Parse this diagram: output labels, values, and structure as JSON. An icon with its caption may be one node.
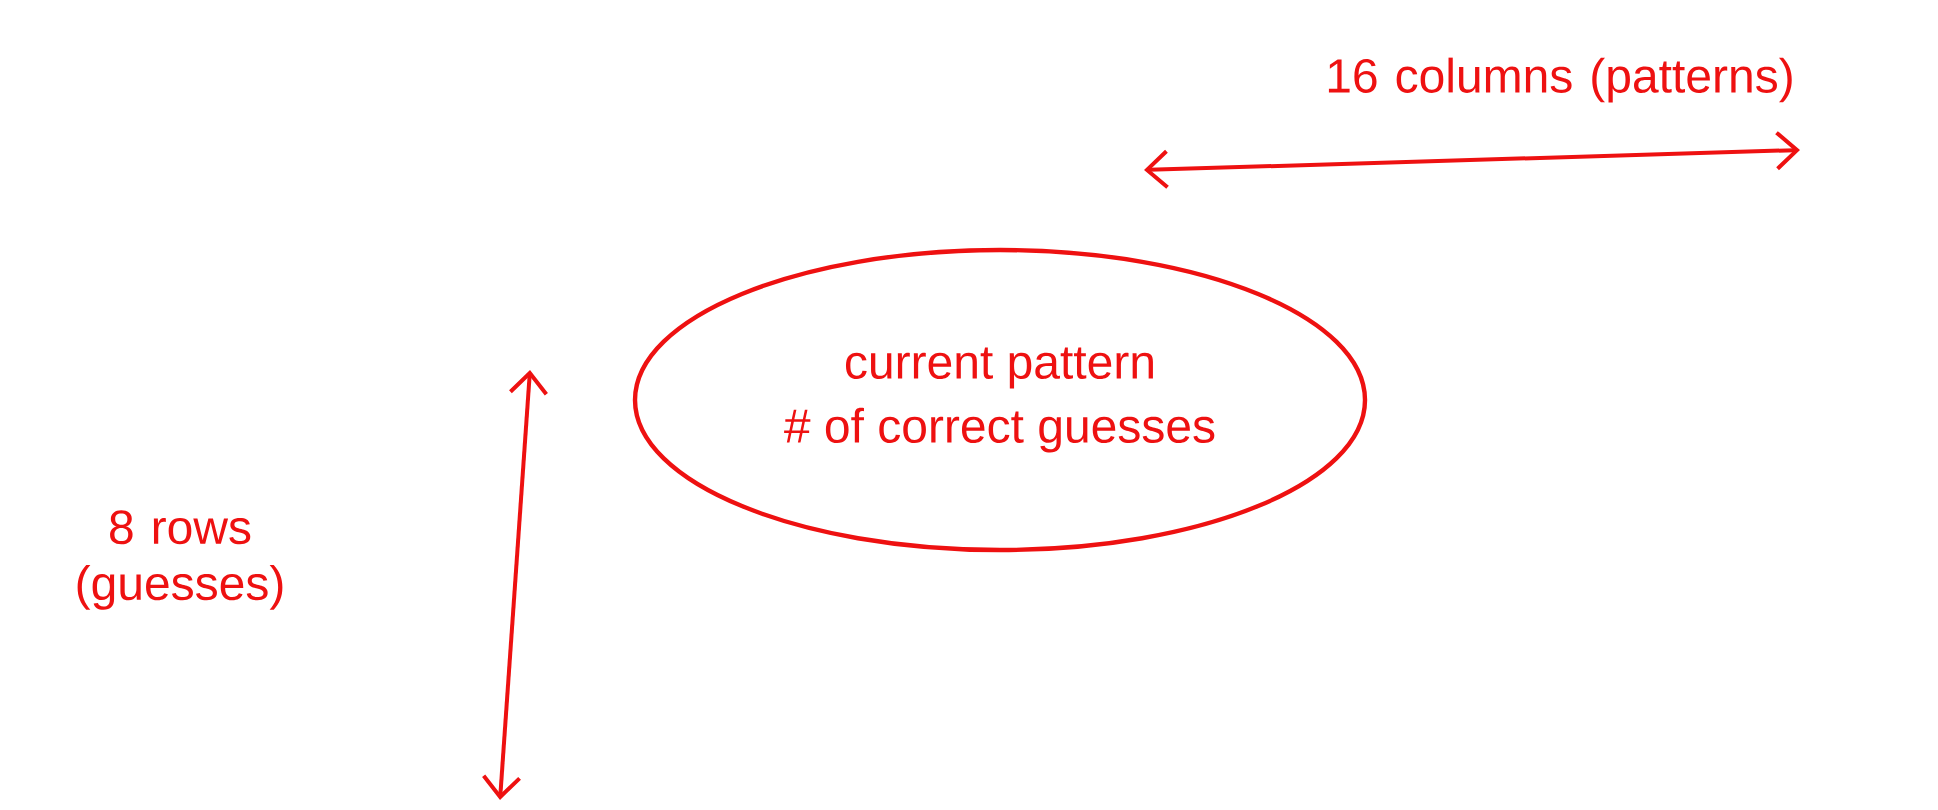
{
  "diagram": {
    "nodes": [
      {
        "text": [
          "current pattern",
          "# of correct guesses"
        ]
      }
    ],
    "edges": [],
    "labels": [
      "16 columns (patterns)",
      "8 rows (guesses)"
    ]
  }
}
